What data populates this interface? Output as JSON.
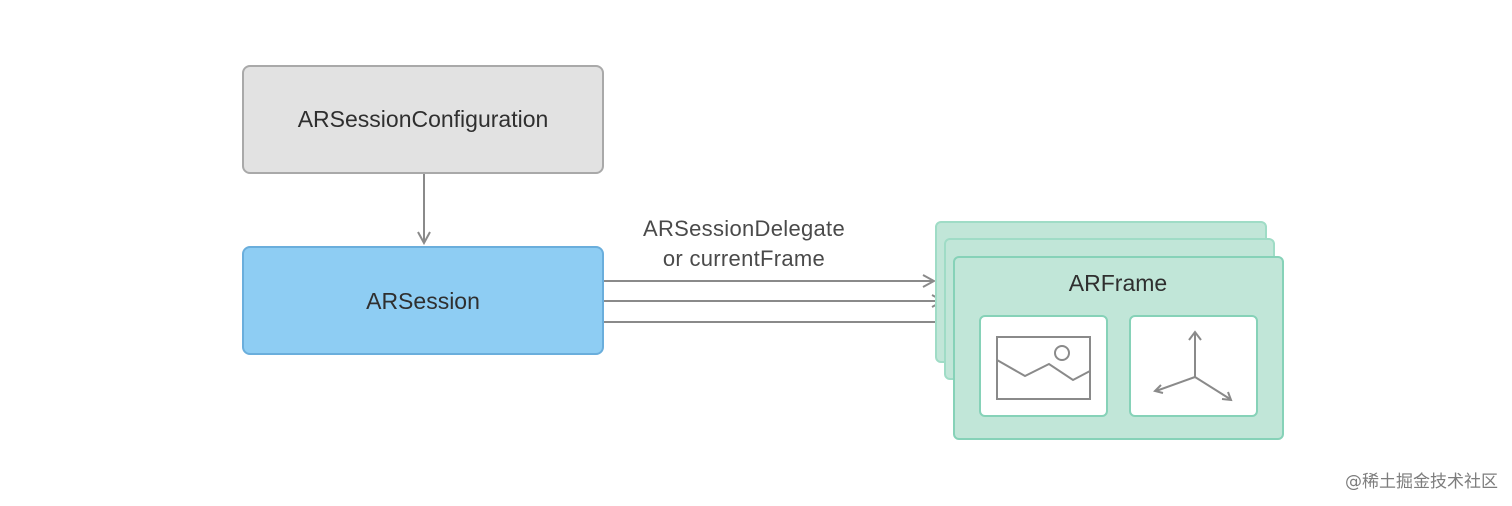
{
  "nodes": {
    "configuration": {
      "label": "ARSessionConfiguration"
    },
    "session": {
      "label": "ARSession"
    },
    "frame": {
      "label": "ARFrame"
    }
  },
  "edges": {
    "session_to_frame": {
      "label_line1": "ARSessionDelegate",
      "label_line2": "or currentFrame"
    }
  },
  "frame_contents": {
    "image_icon": "image-icon",
    "axes_icon": "3d-axes-icon"
  },
  "watermark": "@稀土掘金技术社区",
  "colors": {
    "configuration_fill": "#e2e2e2",
    "configuration_stroke": "#a9a9a9",
    "session_fill": "#8ecdf3",
    "session_stroke": "#6aaedc",
    "frame_fill": "#c1e6d8",
    "frame_stroke": "#86d2b8",
    "arrow": "#8a8a8a"
  }
}
